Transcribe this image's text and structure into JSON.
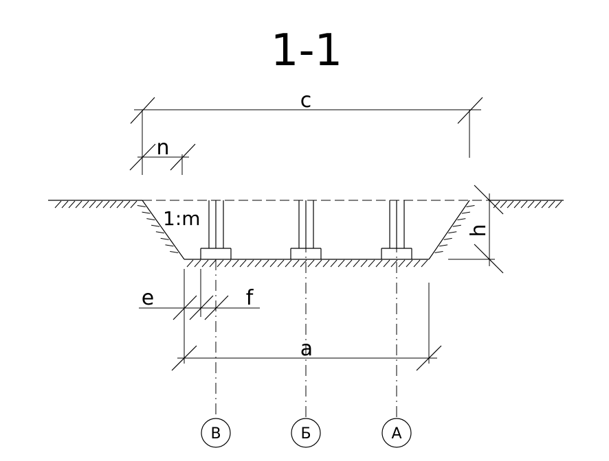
{
  "section": {
    "title": "1-1"
  },
  "dimensions": {
    "top_width": "c",
    "slope_projection": "n",
    "slope_ratio": "1:m",
    "depth": "h",
    "bottom_width": "a",
    "edge_offset": "e",
    "footing_offset": "f"
  },
  "axes": [
    "В",
    "Б",
    "А"
  ]
}
